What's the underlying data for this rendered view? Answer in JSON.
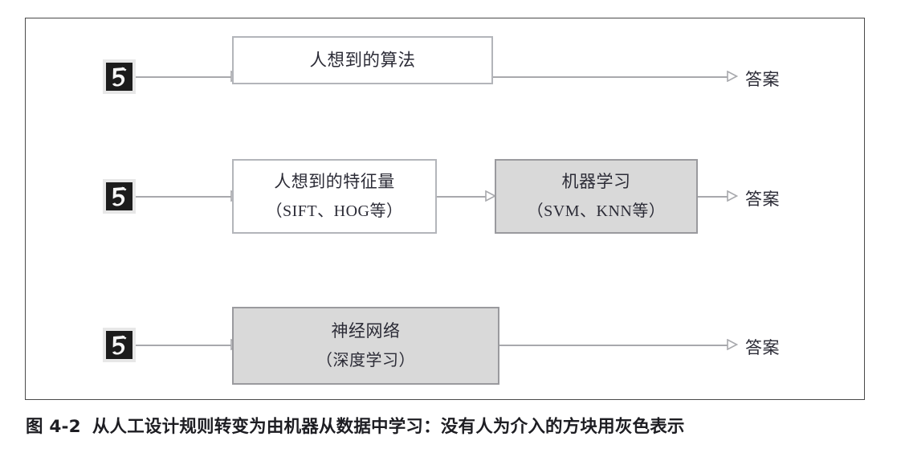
{
  "figure": {
    "caption_number": "图 4-2",
    "caption_text": "从人工设计规则转变为由机器从数据中学习：没有人为介入的方块用灰色表示",
    "frame_border_color": "#4a4a4a",
    "background_color": "#ffffff"
  },
  "palette": {
    "white_box_fill": "#ffffff",
    "white_box_border": "#b3b5ba",
    "gray_box_fill": "#d9d9d9",
    "gray_box_border": "#9a9a9e",
    "connector_color": "#a8a9ad",
    "text_color": "#2b2b36",
    "thumb_background": "#e7e7e7",
    "thumb_ink": "#1c1c1c"
  },
  "input_thumbnail": {
    "icon": "handwritten-digit-5-image",
    "alt": "手写数字 5 图像"
  },
  "rows": [
    {
      "id": "row-rule-based",
      "input_icon": "handwritten-digit-5-image",
      "boxes": [
        {
          "id": "human-algorithm",
          "style": "white",
          "line1": "人想到的算法",
          "line2": ""
        }
      ],
      "output_label": "答案"
    },
    {
      "id": "row-machine-learning",
      "input_icon": "handwritten-digit-5-image",
      "boxes": [
        {
          "id": "human-features",
          "style": "white",
          "line1": "人想到的特征量",
          "line2": "（SIFT、HOG等）"
        },
        {
          "id": "machine-learning",
          "style": "gray",
          "line1": "机器学习",
          "line2": "（SVM、KNN等）"
        }
      ],
      "output_label": "答案"
    },
    {
      "id": "row-deep-learning",
      "input_icon": "handwritten-digit-5-image",
      "boxes": [
        {
          "id": "neural-network",
          "style": "gray",
          "line1": "神经网络",
          "line2": "（深度学习）"
        }
      ],
      "output_label": "答案"
    }
  ]
}
